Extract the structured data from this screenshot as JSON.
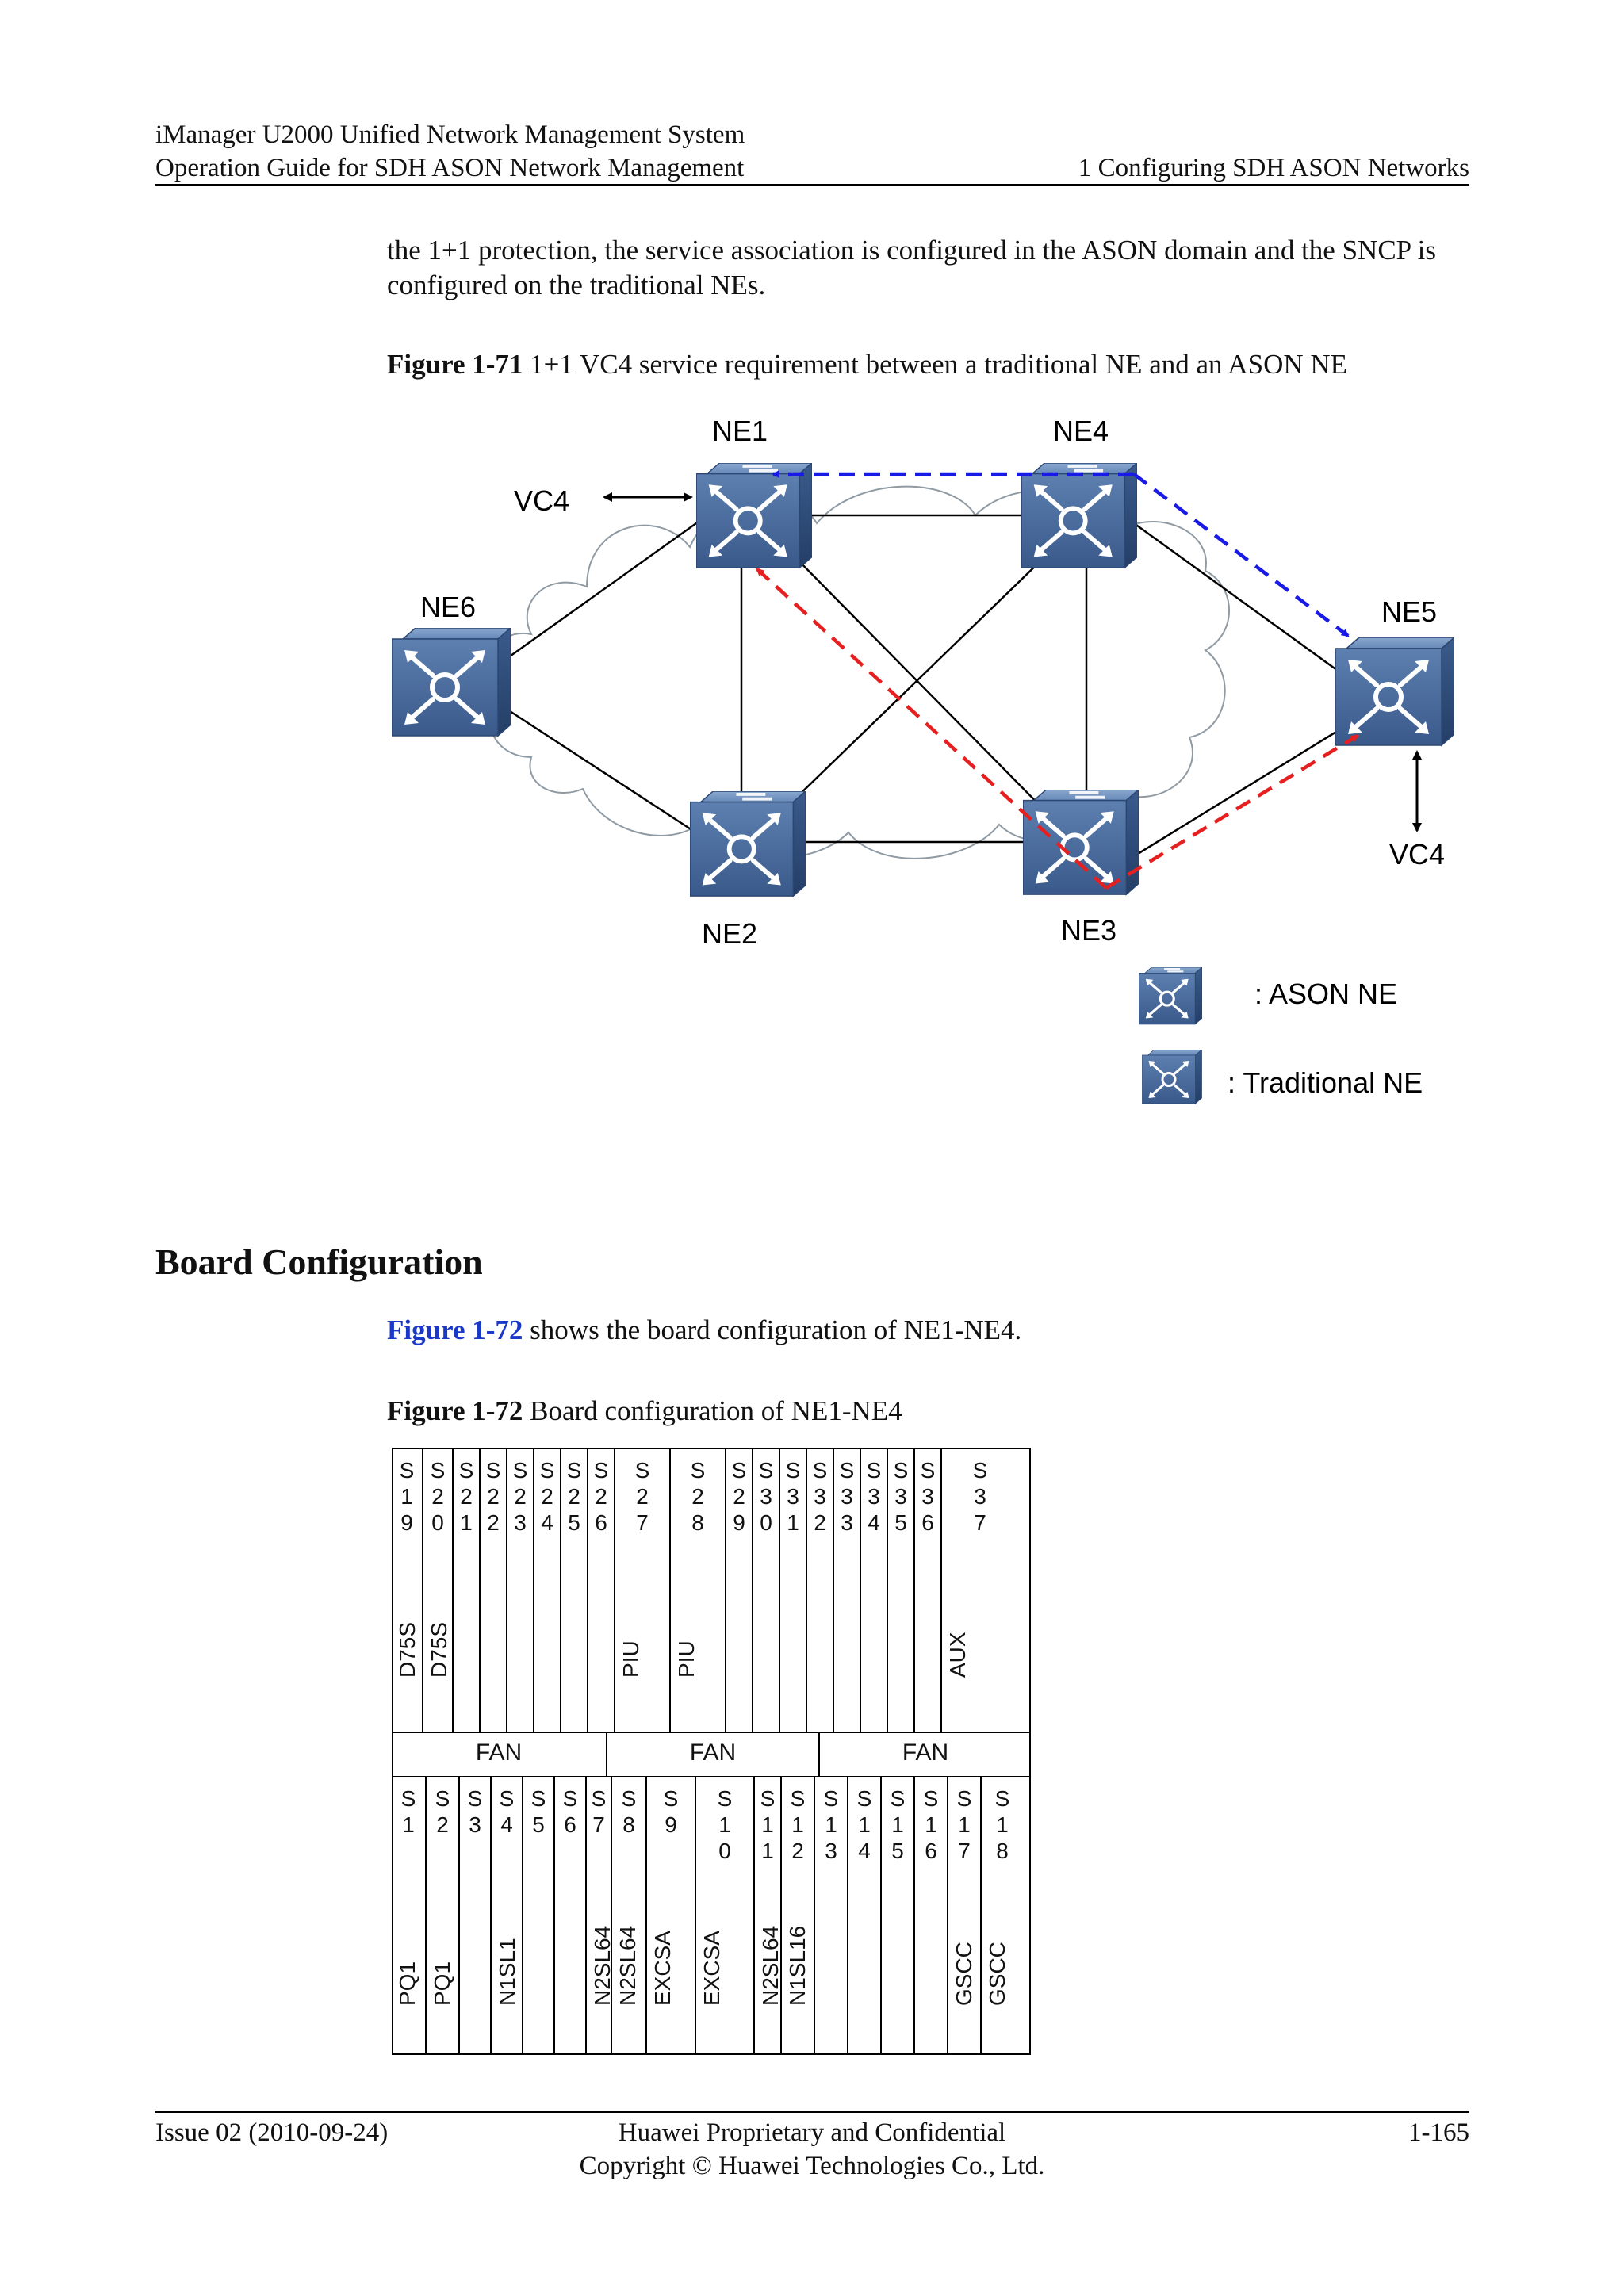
{
  "header": {
    "line1": "iManager U2000 Unified Network Management System",
    "line2_left": "Operation Guide for SDH ASON Network Management",
    "line2_right": "1 Configuring SDH ASON Networks"
  },
  "intro": {
    "line1": "the 1+1 protection, the service association is configured in the ASON domain and the SNCP is",
    "line2": "configured on the traditional NEs."
  },
  "figure71": {
    "label": "Figure 1-71",
    "title": "1+1 VC4 service requirement between a traditional NE and an ASON NE",
    "nodes": {
      "ne1": "NE1",
      "ne2": "NE2",
      "ne3": "NE3",
      "ne4": "NE4",
      "ne5": "NE5",
      "ne6": "NE6"
    },
    "vc4_left": "VC4",
    "vc4_right": "VC4",
    "legend": {
      "ason": ": ASON NE",
      "traditional": ": Traditional NE"
    },
    "colors": {
      "working": "#1a1ae6",
      "protection": "#e62020",
      "ason_ne": "#4a6fa0",
      "traditional_ne": "#3f6496"
    }
  },
  "section": {
    "heading": "Board Configuration"
  },
  "ref": {
    "link": "Figure 1-72",
    "text": " shows the board configuration of NE1-NE4."
  },
  "figure72": {
    "label": "Figure 1-72",
    "title": "Board configuration of NE1-NE4",
    "top_slots": [
      {
        "id": "S\n1\n9",
        "board": "D75S"
      },
      {
        "id": "S\n2\n0",
        "board": "D75S"
      },
      {
        "id": "S\n2\n1",
        "board": ""
      },
      {
        "id": "S\n2\n2",
        "board": ""
      },
      {
        "id": "S\n2\n3",
        "board": ""
      },
      {
        "id": "S\n2\n4",
        "board": ""
      },
      {
        "id": "S\n2\n5",
        "board": ""
      },
      {
        "id": "S\n2\n6",
        "board": ""
      },
      {
        "id": "S\n2\n7",
        "board": "PIU"
      },
      {
        "id": "S\n2\n8",
        "board": "PIU"
      },
      {
        "id": "S\n2\n9",
        "board": ""
      },
      {
        "id": "S\n3\n0",
        "board": ""
      },
      {
        "id": "S\n3\n1",
        "board": ""
      },
      {
        "id": "S\n3\n2",
        "board": ""
      },
      {
        "id": "S\n3\n3",
        "board": ""
      },
      {
        "id": "S\n3\n4",
        "board": ""
      },
      {
        "id": "S\n3\n5",
        "board": ""
      },
      {
        "id": "S\n3\n6",
        "board": ""
      },
      {
        "id": "S\n3\n7",
        "board": "AUX"
      }
    ],
    "fans": [
      "FAN",
      "FAN",
      "FAN"
    ],
    "bottom_slots": [
      {
        "id": "S\n1",
        "board": "PQ1"
      },
      {
        "id": "S\n2",
        "board": "PQ1"
      },
      {
        "id": "S\n3",
        "board": ""
      },
      {
        "id": "S\n4",
        "board": "N1SL1"
      },
      {
        "id": "S\n5",
        "board": ""
      },
      {
        "id": "S\n6",
        "board": ""
      },
      {
        "id": "S\n7",
        "board": "N2SL64"
      },
      {
        "id": "S\n8",
        "board": "N2SL64"
      },
      {
        "id": "S\n9",
        "board": "EXCSA"
      },
      {
        "id": "S\n1\n0",
        "board": "EXCSA"
      },
      {
        "id": "S\n1\n1",
        "board": "N2SL64"
      },
      {
        "id": "S\n1\n2",
        "board": "N1SL16"
      },
      {
        "id": "S\n1\n3",
        "board": ""
      },
      {
        "id": "S\n1\n4",
        "board": ""
      },
      {
        "id": "S\n1\n5",
        "board": ""
      },
      {
        "id": "S\n1\n6",
        "board": ""
      },
      {
        "id": "S\n1\n7",
        "board": "GSCC"
      },
      {
        "id": "S\n1\n8",
        "board": "GSCC"
      }
    ]
  },
  "footer": {
    "left": "Issue 02 (2010-09-24)",
    "center1": "Huawei Proprietary and Confidential",
    "center2": "Copyright © Huawei Technologies Co., Ltd.",
    "right": "1-165"
  }
}
